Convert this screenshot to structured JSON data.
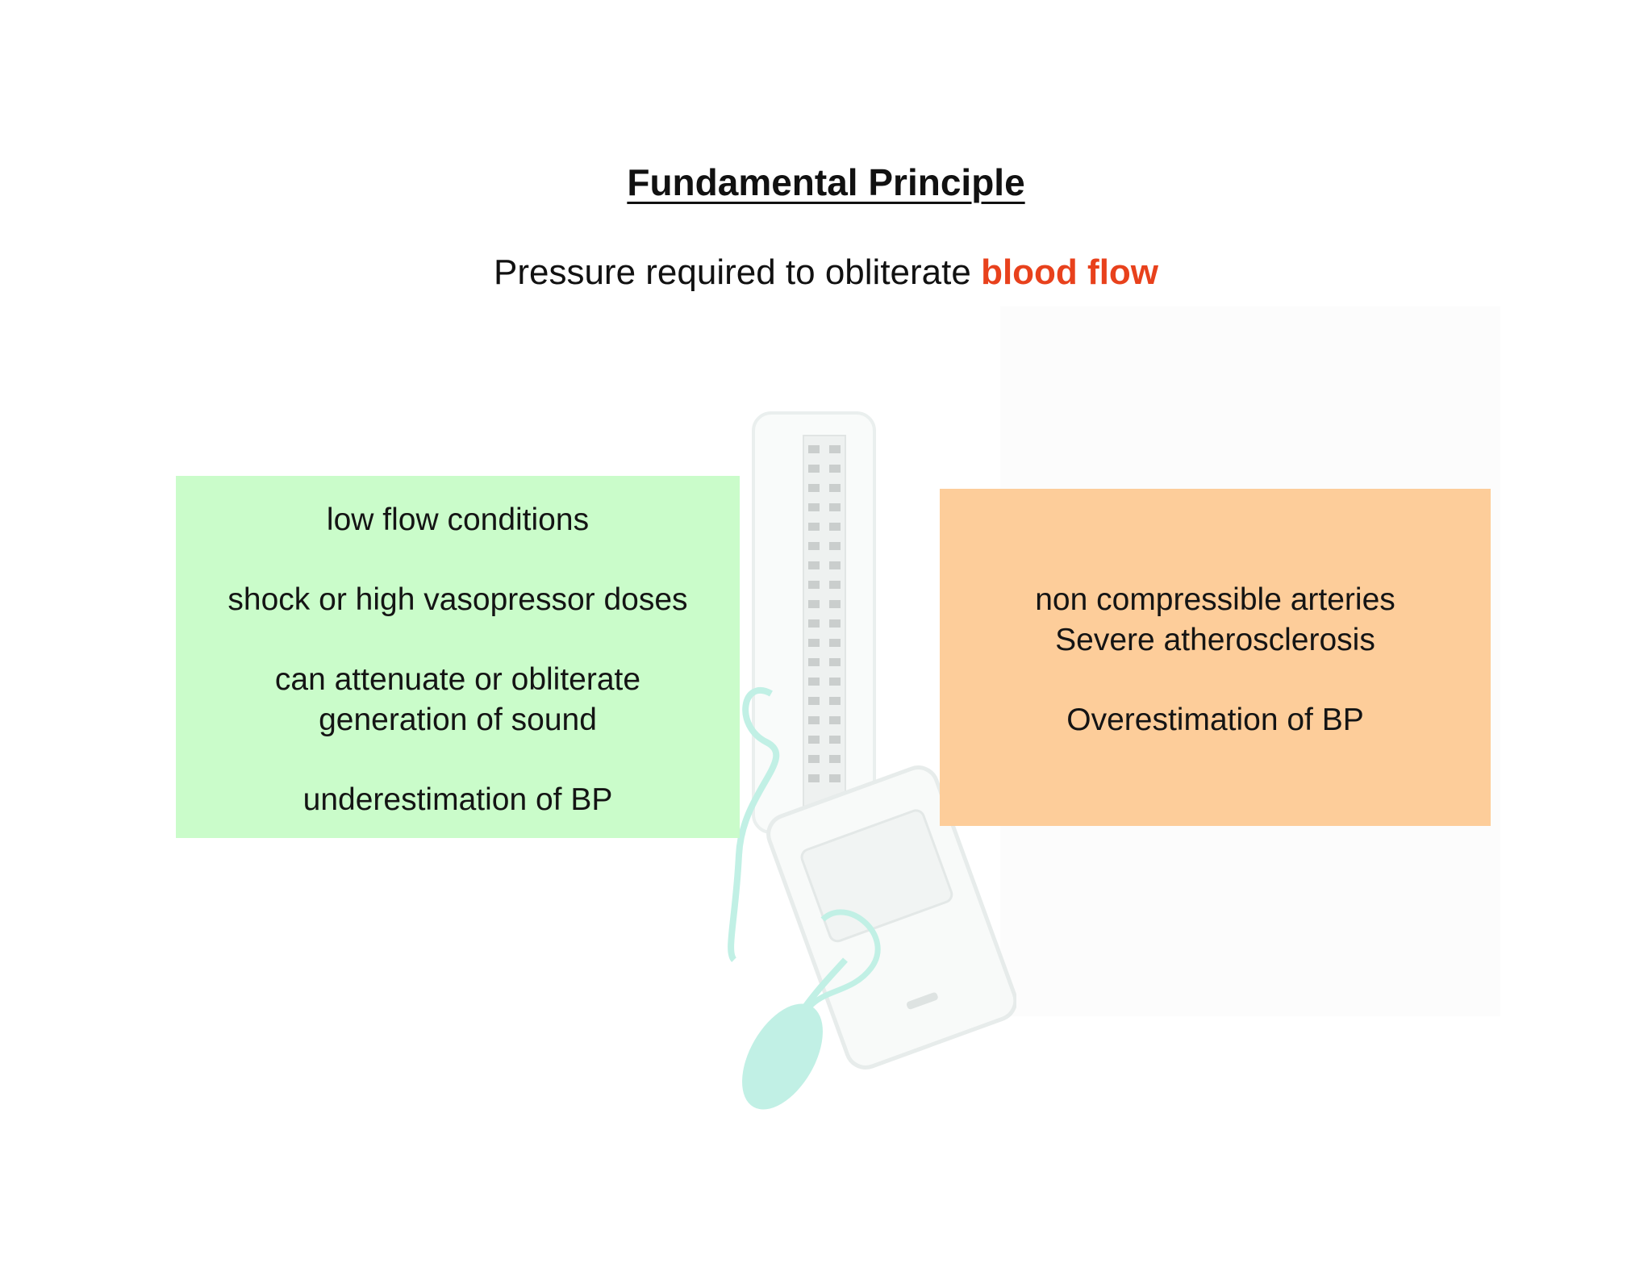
{
  "slide": {
    "title": "Fundamental Principle",
    "subtitle": {
      "text": "Pressure required to obliterate ",
      "highlight": "blood flow",
      "highlight_color": "#e8411c"
    }
  },
  "illustration": {
    "icon": "sphygmomanometer-icon",
    "accent_color": "#8fe3cf"
  },
  "left_box": {
    "color": "#c8fcc8",
    "lines": [
      "low flow conditions",
      "shock or high vasopressor doses",
      "can attenuate or obliterate",
      "generation of sound",
      "underestimation of BP"
    ]
  },
  "right_box": {
    "color": "#fdcc98",
    "lines": [
      "non compressible arteries",
      "Severe atherosclerosis",
      "Overestimation of BP"
    ]
  }
}
